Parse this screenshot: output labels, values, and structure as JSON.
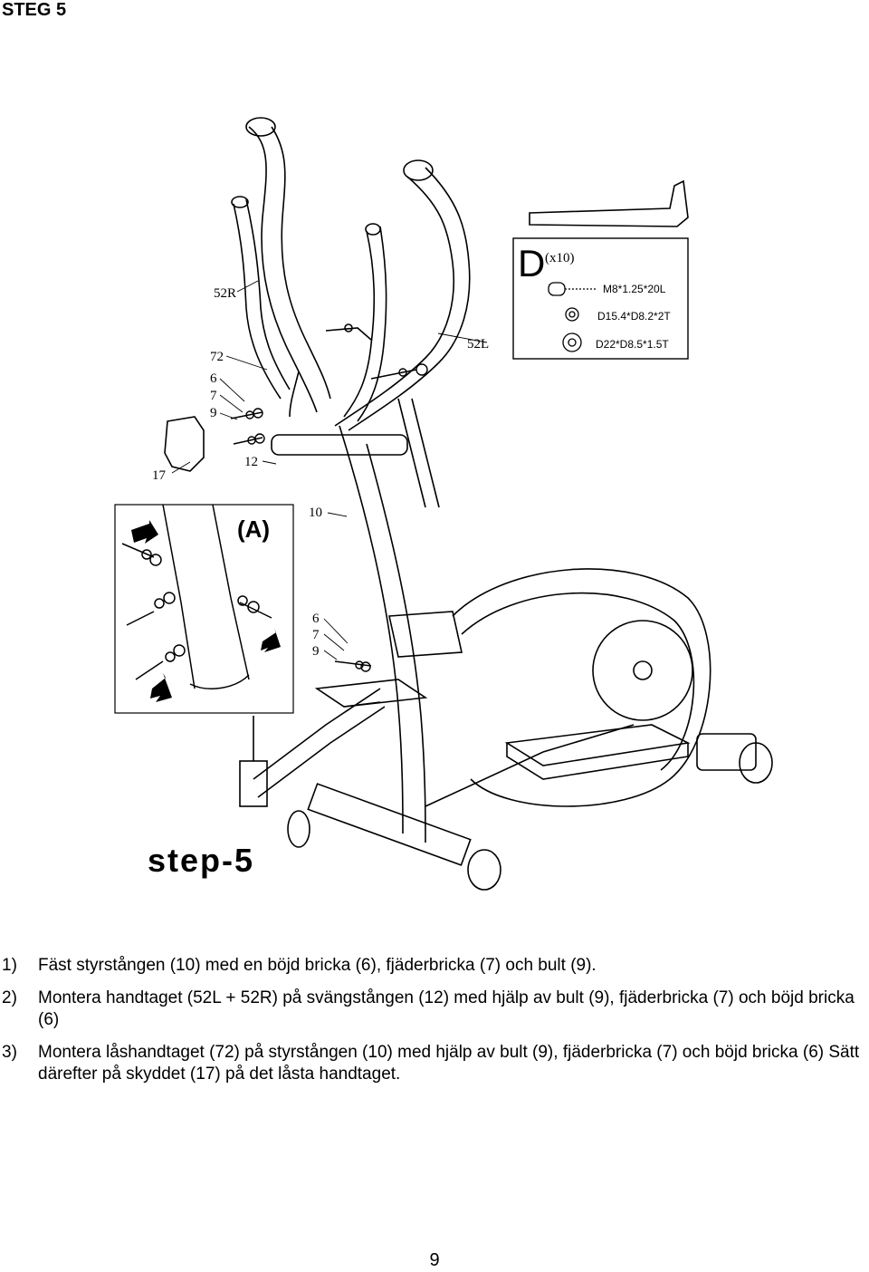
{
  "heading": "STEG 5",
  "figure": {
    "part_labels": {
      "p52R": "52R",
      "p52L": "52L",
      "p72": "72",
      "p6a": "6",
      "p7a": "7",
      "p9a": "9",
      "p17": "17",
      "p12": "12",
      "p10": "10",
      "p6b": "6",
      "p7b": "7",
      "p9b": "9"
    },
    "detail_label": "(A)",
    "step_label": "step-5",
    "hardware": {
      "letter": "D",
      "quantity": "(x10)",
      "items": [
        "M8*1.25*20L",
        "D15.4*D8.2*2T",
        "D22*D8.5*1.5T"
      ]
    }
  },
  "instructions": [
    {
      "num": "1)",
      "text": "Fäst styrstången (10) med en böjd bricka (6), fjäderbricka (7) och bult (9)."
    },
    {
      "num": "2)",
      "text": "Montera handtaget (52L + 52R) på svängstången (12) med hjälp av bult (9), fjäderbricka (7) och böjd bricka (6)"
    },
    {
      "num": "3)",
      "text": "Montera låshandtaget (72) på styrstången (10) med hjälp av bult (9), fjäderbricka (7) och böjd bricka (6) Sätt därefter på skyddet (17) på det låsta handtaget."
    }
  ],
  "page_number": "9"
}
